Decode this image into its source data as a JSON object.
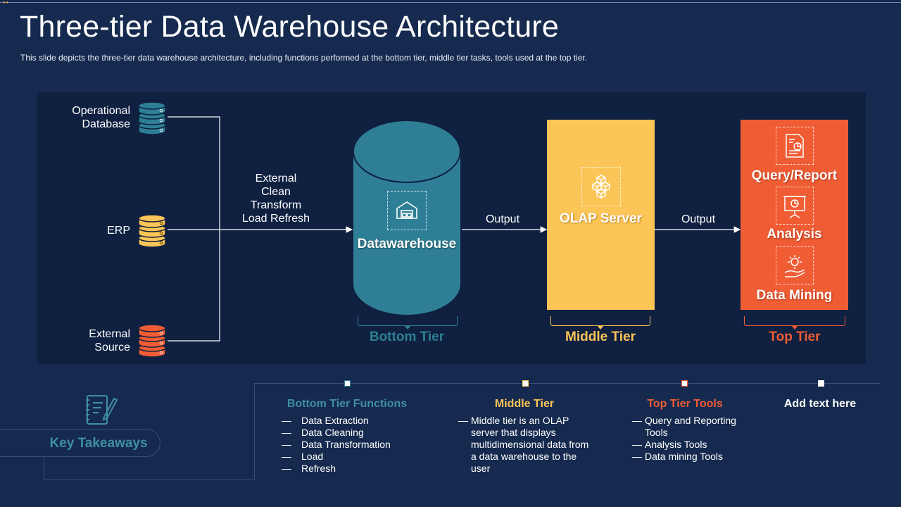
{
  "slide": {
    "title": "Three-tier Data Warehouse Architecture",
    "subtitle": "This slide depicts the three-tier data warehouse architecture, including functions performed  at the bottom tier, middle tier tasks, tools used at the top tier."
  },
  "diagram": {
    "sources": [
      {
        "label_lines": [
          "Operational",
          "Database"
        ],
        "color": "#2e7f95"
      },
      {
        "label_lines": [
          "ERP"
        ],
        "color": "#fcc557"
      },
      {
        "label_lines": [
          "External",
          "Source"
        ],
        "color": "#f05d35"
      }
    ],
    "etl_label_lines": [
      "External",
      "Clean",
      "Transform",
      "Load Refresh"
    ],
    "output_label_1": "Output",
    "output_label_2": "Output",
    "warehouse_label": "Datawarehouse",
    "olap_label": "OLAP Server",
    "top_items": [
      "Query/Report",
      "Analysis",
      "Data Mining"
    ],
    "tiers": [
      {
        "label": "Bottom Tier",
        "color": "#2e7f95"
      },
      {
        "label": "Middle Tier",
        "color": "#fcc557"
      },
      {
        "label": "Top Tier",
        "color": "#f05d35"
      }
    ]
  },
  "takeaways": {
    "label": "Key Takeaways",
    "columns": [
      {
        "heading": "Bottom Tier Functions",
        "color": "#3f8ea3",
        "items": [
          "Data Extraction",
          "Data Cleaning",
          "Data Transformation",
          "Load",
          "Refresh"
        ]
      },
      {
        "heading": "Middle Tier",
        "color": "#fcc557",
        "items": [
          "Middle tier is an OLAP server that displays multidimensional data from a data warehouse to the user"
        ]
      },
      {
        "heading": "Top Tier Tools",
        "color": "#f05d35",
        "items": [
          "Query and Reporting Tools",
          "Analysis Tools",
          "Data mining Tools"
        ]
      },
      {
        "heading": "Add text here",
        "color": "#ffffff",
        "items": []
      }
    ]
  },
  "colors": {
    "background": "#152a4e",
    "panel": "#0f2040",
    "teal": "#2e7f95",
    "yellow": "#fcc557",
    "orange": "#f05d35"
  }
}
